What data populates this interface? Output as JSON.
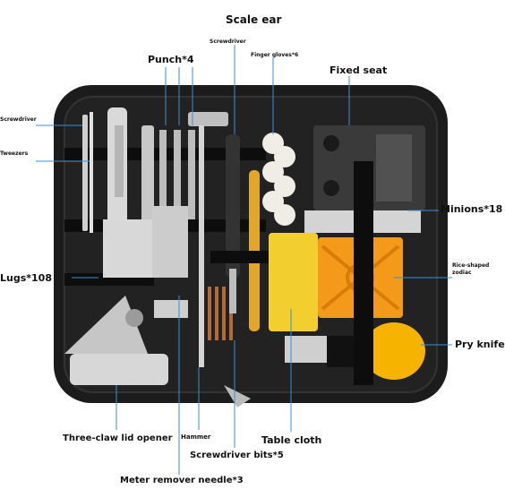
{
  "labels": {
    "scale_ear": "Scale ear",
    "screwdriver_top": "Screwdriver",
    "punch": "Punch*4",
    "finger_gloves": "Finger gloves*6",
    "fixed_seat": "Fixed seat",
    "screwdriver_left": "Screwdriver",
    "tweezers": "Tweezers",
    "minions": "Minions*18",
    "lugs": "Lugs*108",
    "rice_shaped_zodiac": "Rice-shaped zodiac",
    "pry_knife": "Pry knife",
    "three_claw_lid_opener": "Three-claw lid opener",
    "hammer": "Hammer",
    "table_cloth": "Table cloth",
    "screwdriver_bits": "Screwdriver bits*5",
    "meter_remover_needle": "Meter remover needle*3"
  },
  "colors": {
    "case": "#1c1c1c",
    "leader_line": "#3a8fd8",
    "cloth": "#f2cf2e",
    "holder": "#f39a1b",
    "knife_handle": "#f6b400"
  }
}
